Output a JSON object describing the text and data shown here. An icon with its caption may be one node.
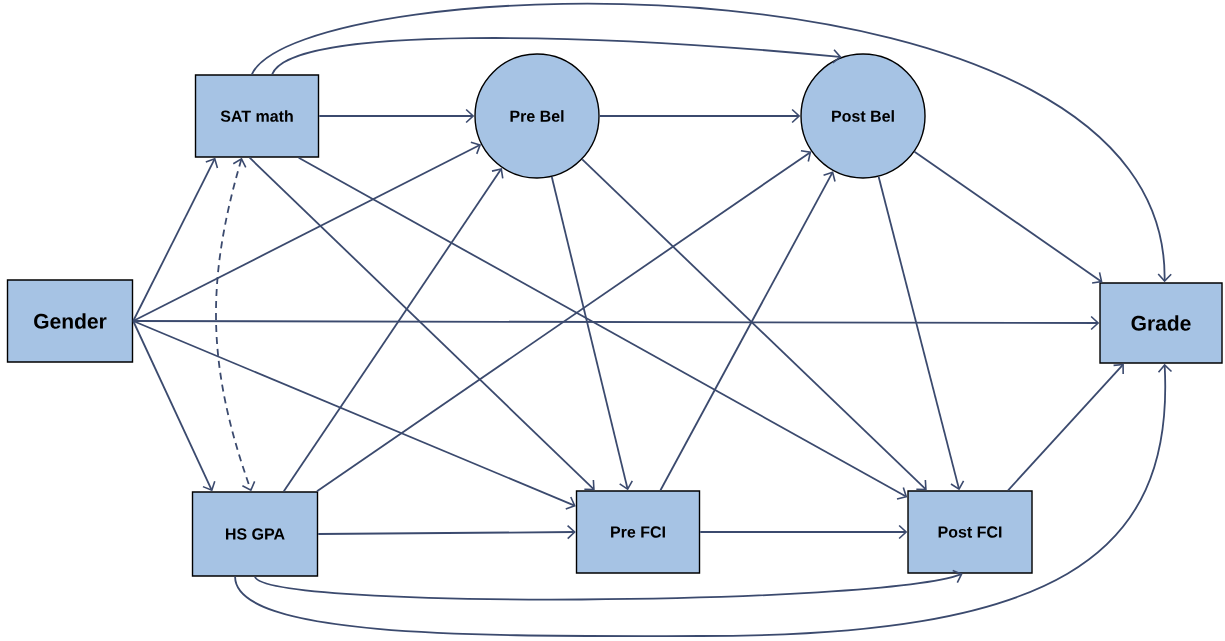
{
  "diagram": {
    "nodes": [
      {
        "text": [
          "Gender"
        ]
      },
      {
        "text": [
          "SAT math"
        ]
      },
      {
        "text": [
          "HS GPA"
        ]
      },
      {
        "text": [
          "Pre Bel"
        ]
      },
      {
        "text": [
          "Post Bel"
        ]
      },
      {
        "text": [
          "Pre FCI"
        ]
      },
      {
        "text": [
          "Post FCI"
        ]
      },
      {
        "text": [
          "Grade"
        ]
      }
    ],
    "edges": [
      {
        "from": 0,
        "to": 1,
        "arrow": "to"
      },
      {
        "from": 0,
        "to": 2,
        "arrow": "to"
      },
      {
        "from": 0,
        "to": 3,
        "arrow": "to"
      },
      {
        "from": 0,
        "to": 7,
        "arrow": "to"
      },
      {
        "from": 0,
        "to": 5,
        "arrow": "to"
      },
      {
        "from": 1,
        "to": 2,
        "arrow": "both",
        "style": "dashed"
      },
      {
        "from": 1,
        "to": 3,
        "arrow": "to"
      },
      {
        "from": 1,
        "to": 5,
        "arrow": "to"
      },
      {
        "from": 1,
        "to": 6,
        "arrow": "to"
      },
      {
        "from": 1,
        "to": 4,
        "arrow": "to"
      },
      {
        "from": 1,
        "to": 7,
        "arrow": "to"
      },
      {
        "from": 2,
        "to": 3,
        "arrow": "to"
      },
      {
        "from": 2,
        "to": 4,
        "arrow": "to"
      },
      {
        "from": 2,
        "to": 5,
        "arrow": "to"
      },
      {
        "from": 2,
        "to": 6,
        "arrow": "to"
      },
      {
        "from": 2,
        "to": 7,
        "arrow": "to"
      },
      {
        "from": 3,
        "to": 4,
        "arrow": "to"
      },
      {
        "from": 3,
        "to": 5,
        "arrow": "to"
      },
      {
        "from": 3,
        "to": 6,
        "arrow": "to"
      },
      {
        "from": 4,
        "to": 7,
        "arrow": "to"
      },
      {
        "from": 4,
        "to": 6,
        "arrow": "to"
      },
      {
        "from": 5,
        "to": 4,
        "arrow": "to"
      },
      {
        "from": 5,
        "to": 6,
        "arrow": "to"
      },
      {
        "from": 6,
        "to": 7,
        "arrow": "to"
      }
    ]
  }
}
